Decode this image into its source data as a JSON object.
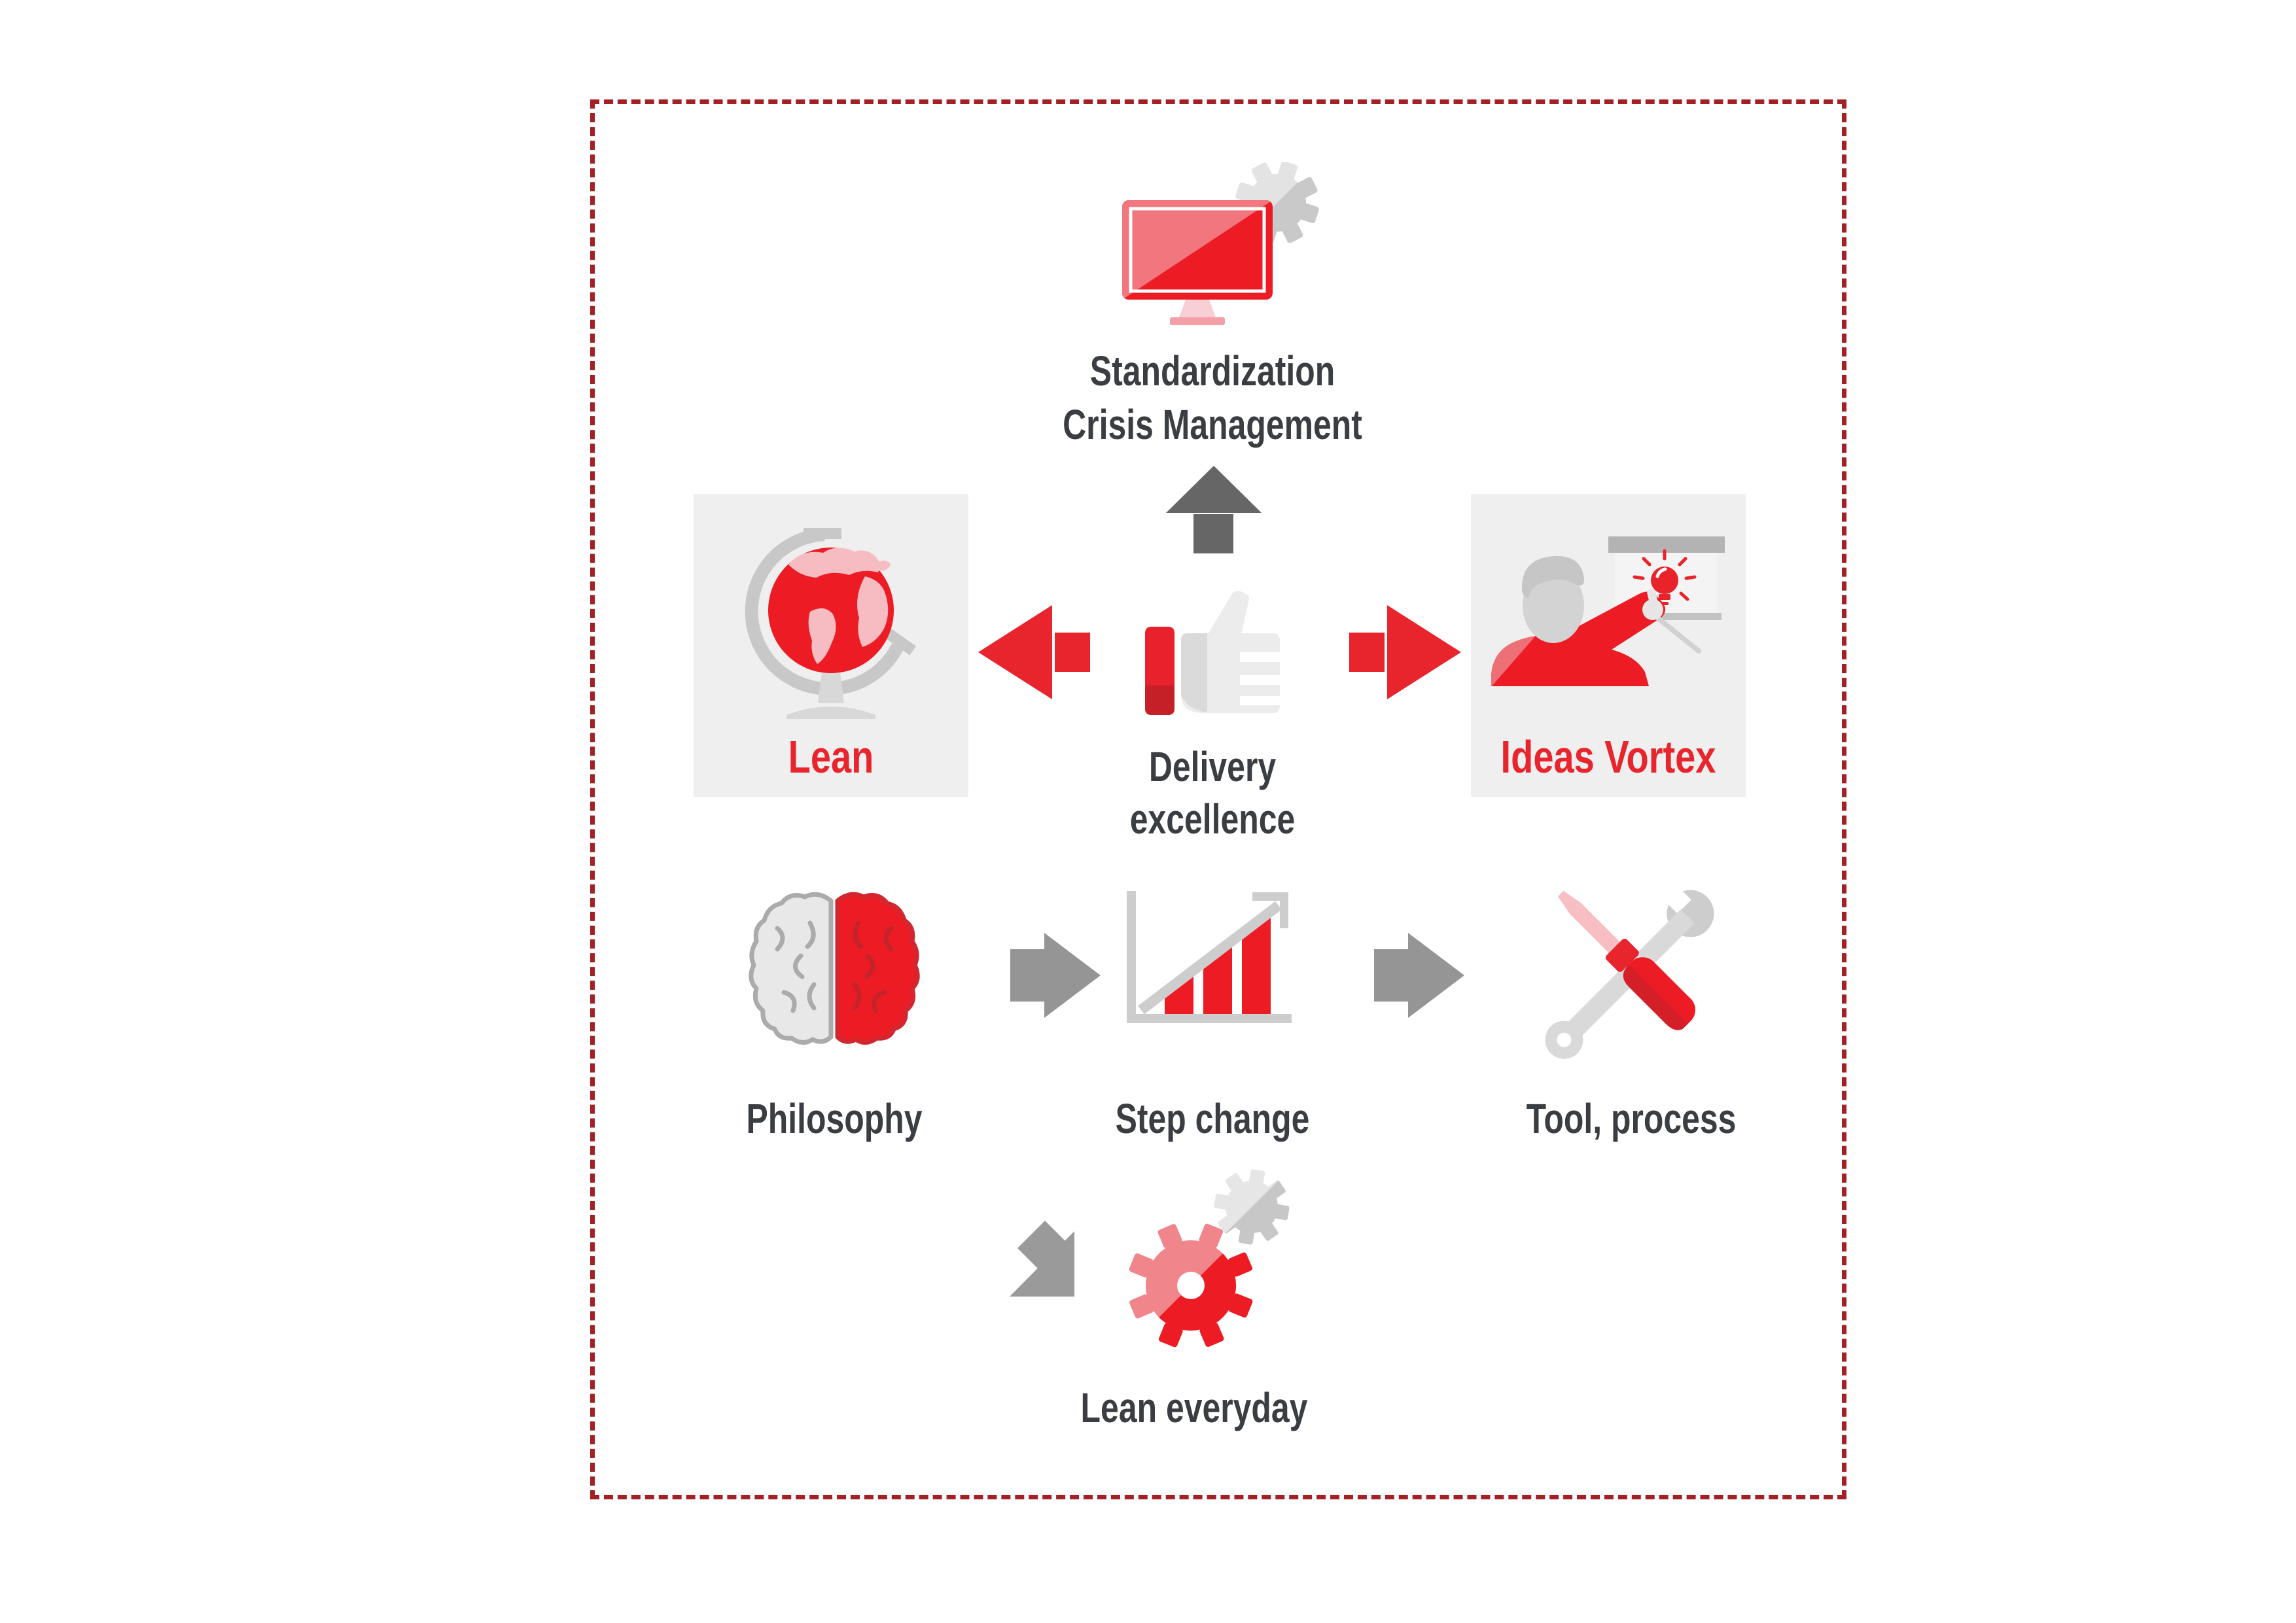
{
  "palette": {
    "brand_red": "#E8232C",
    "bright_red": "#ED1C24",
    "dark_red": "#C7222B",
    "pink": "#F6BCC1",
    "soft_red": "#EE7077",
    "text_dark": "#3A3D42",
    "gray_light": "#E9E9E9",
    "gray_mid": "#C8C8C8",
    "gray_arrow": "#959595",
    "gray_arrow_dark": "#666666",
    "box_bg": "#EFEFEF",
    "border_red": "#A32025"
  },
  "top_item": {
    "icon": "monitor-gear-icon",
    "lines": [
      "Standardization",
      "Crisis Management"
    ]
  },
  "left_box": {
    "icon": "globe-icon",
    "label": "Lean"
  },
  "right_box": {
    "icon": "presenter-icon",
    "label": "Ideas Vortex"
  },
  "center_item": {
    "icon": "thumbs-up-icon",
    "lines": [
      "Delivery",
      "excellence"
    ]
  },
  "middle_row": {
    "philosophy": {
      "icon": "brain-icon",
      "label": "Philosophy"
    },
    "step_change": {
      "icon": "growth-chart-icon",
      "label": "Step change"
    },
    "tool_process": {
      "icon": "tools-icon",
      "label": "Tool, process"
    }
  },
  "bottom_item": {
    "icon": "gears-icon",
    "label": "Lean everyday"
  }
}
